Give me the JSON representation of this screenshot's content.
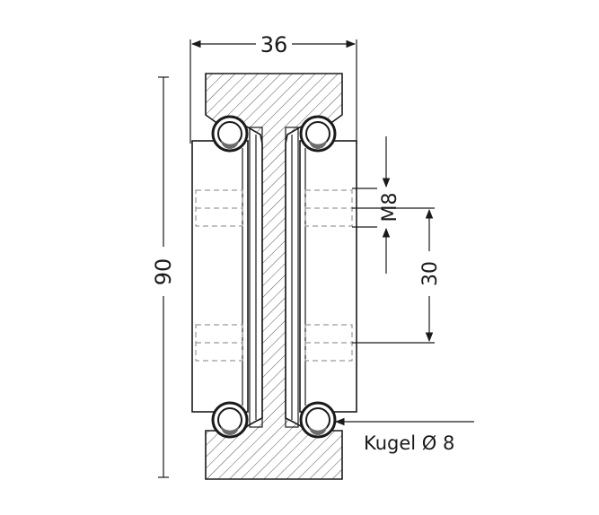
{
  "drawing": {
    "width_label": "36",
    "height_label": "90",
    "thread_label": "M8",
    "pitch_label": "30",
    "ball_label": "Kugel Ø 8"
  }
}
